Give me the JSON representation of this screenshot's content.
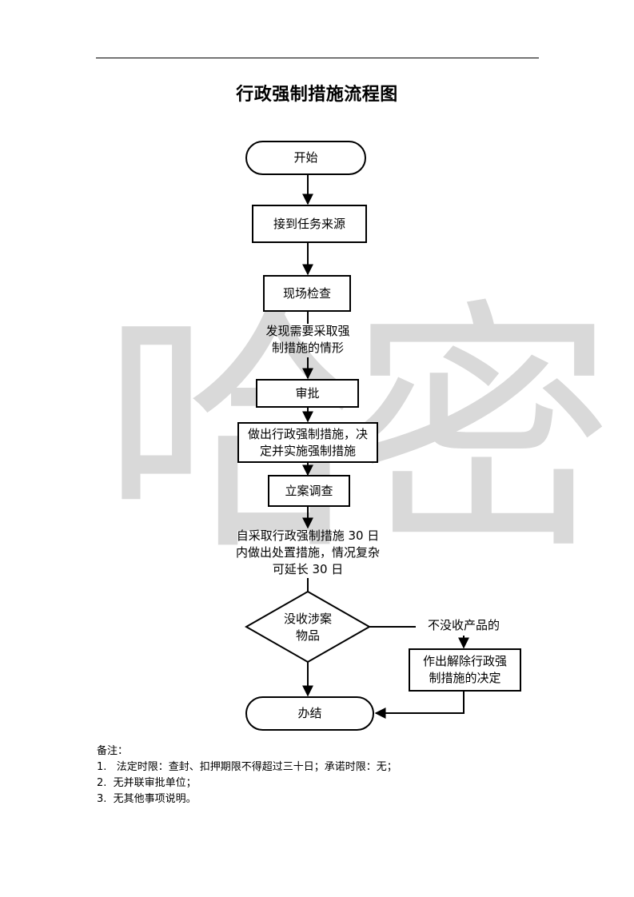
{
  "document": {
    "title": "行政强制措施流程图",
    "watermark": "哈密"
  },
  "flowchart": {
    "start": "开始",
    "step_receive": "接到任务来源",
    "step_inspect": "现场检查",
    "cond_found": [
      "发现需要采取强",
      "制措施的情形"
    ],
    "step_approve": "审批",
    "step_decide": [
      "做出行政强制措施，决",
      "定并实施强制措施"
    ],
    "step_investigate": "立案调查",
    "cond_deadline": [
      "自采取行政强制措施 30 日",
      "内做出处置措施，情况复杂",
      "可延长 30 日"
    ],
    "decision_confiscate": [
      "没收涉案",
      "物品"
    ],
    "branch_no_confiscate": "不没收产品的",
    "step_release": [
      "作出解除行政强",
      "制措施的决定"
    ],
    "end": "办结"
  },
  "notes": {
    "heading": "备注：",
    "items": [
      "1.   法定时限：查封、扣押期限不得超过三十日；承诺时限：无；",
      "2.  无并联审批单位；",
      "3.  无其他事项说明。"
    ]
  }
}
